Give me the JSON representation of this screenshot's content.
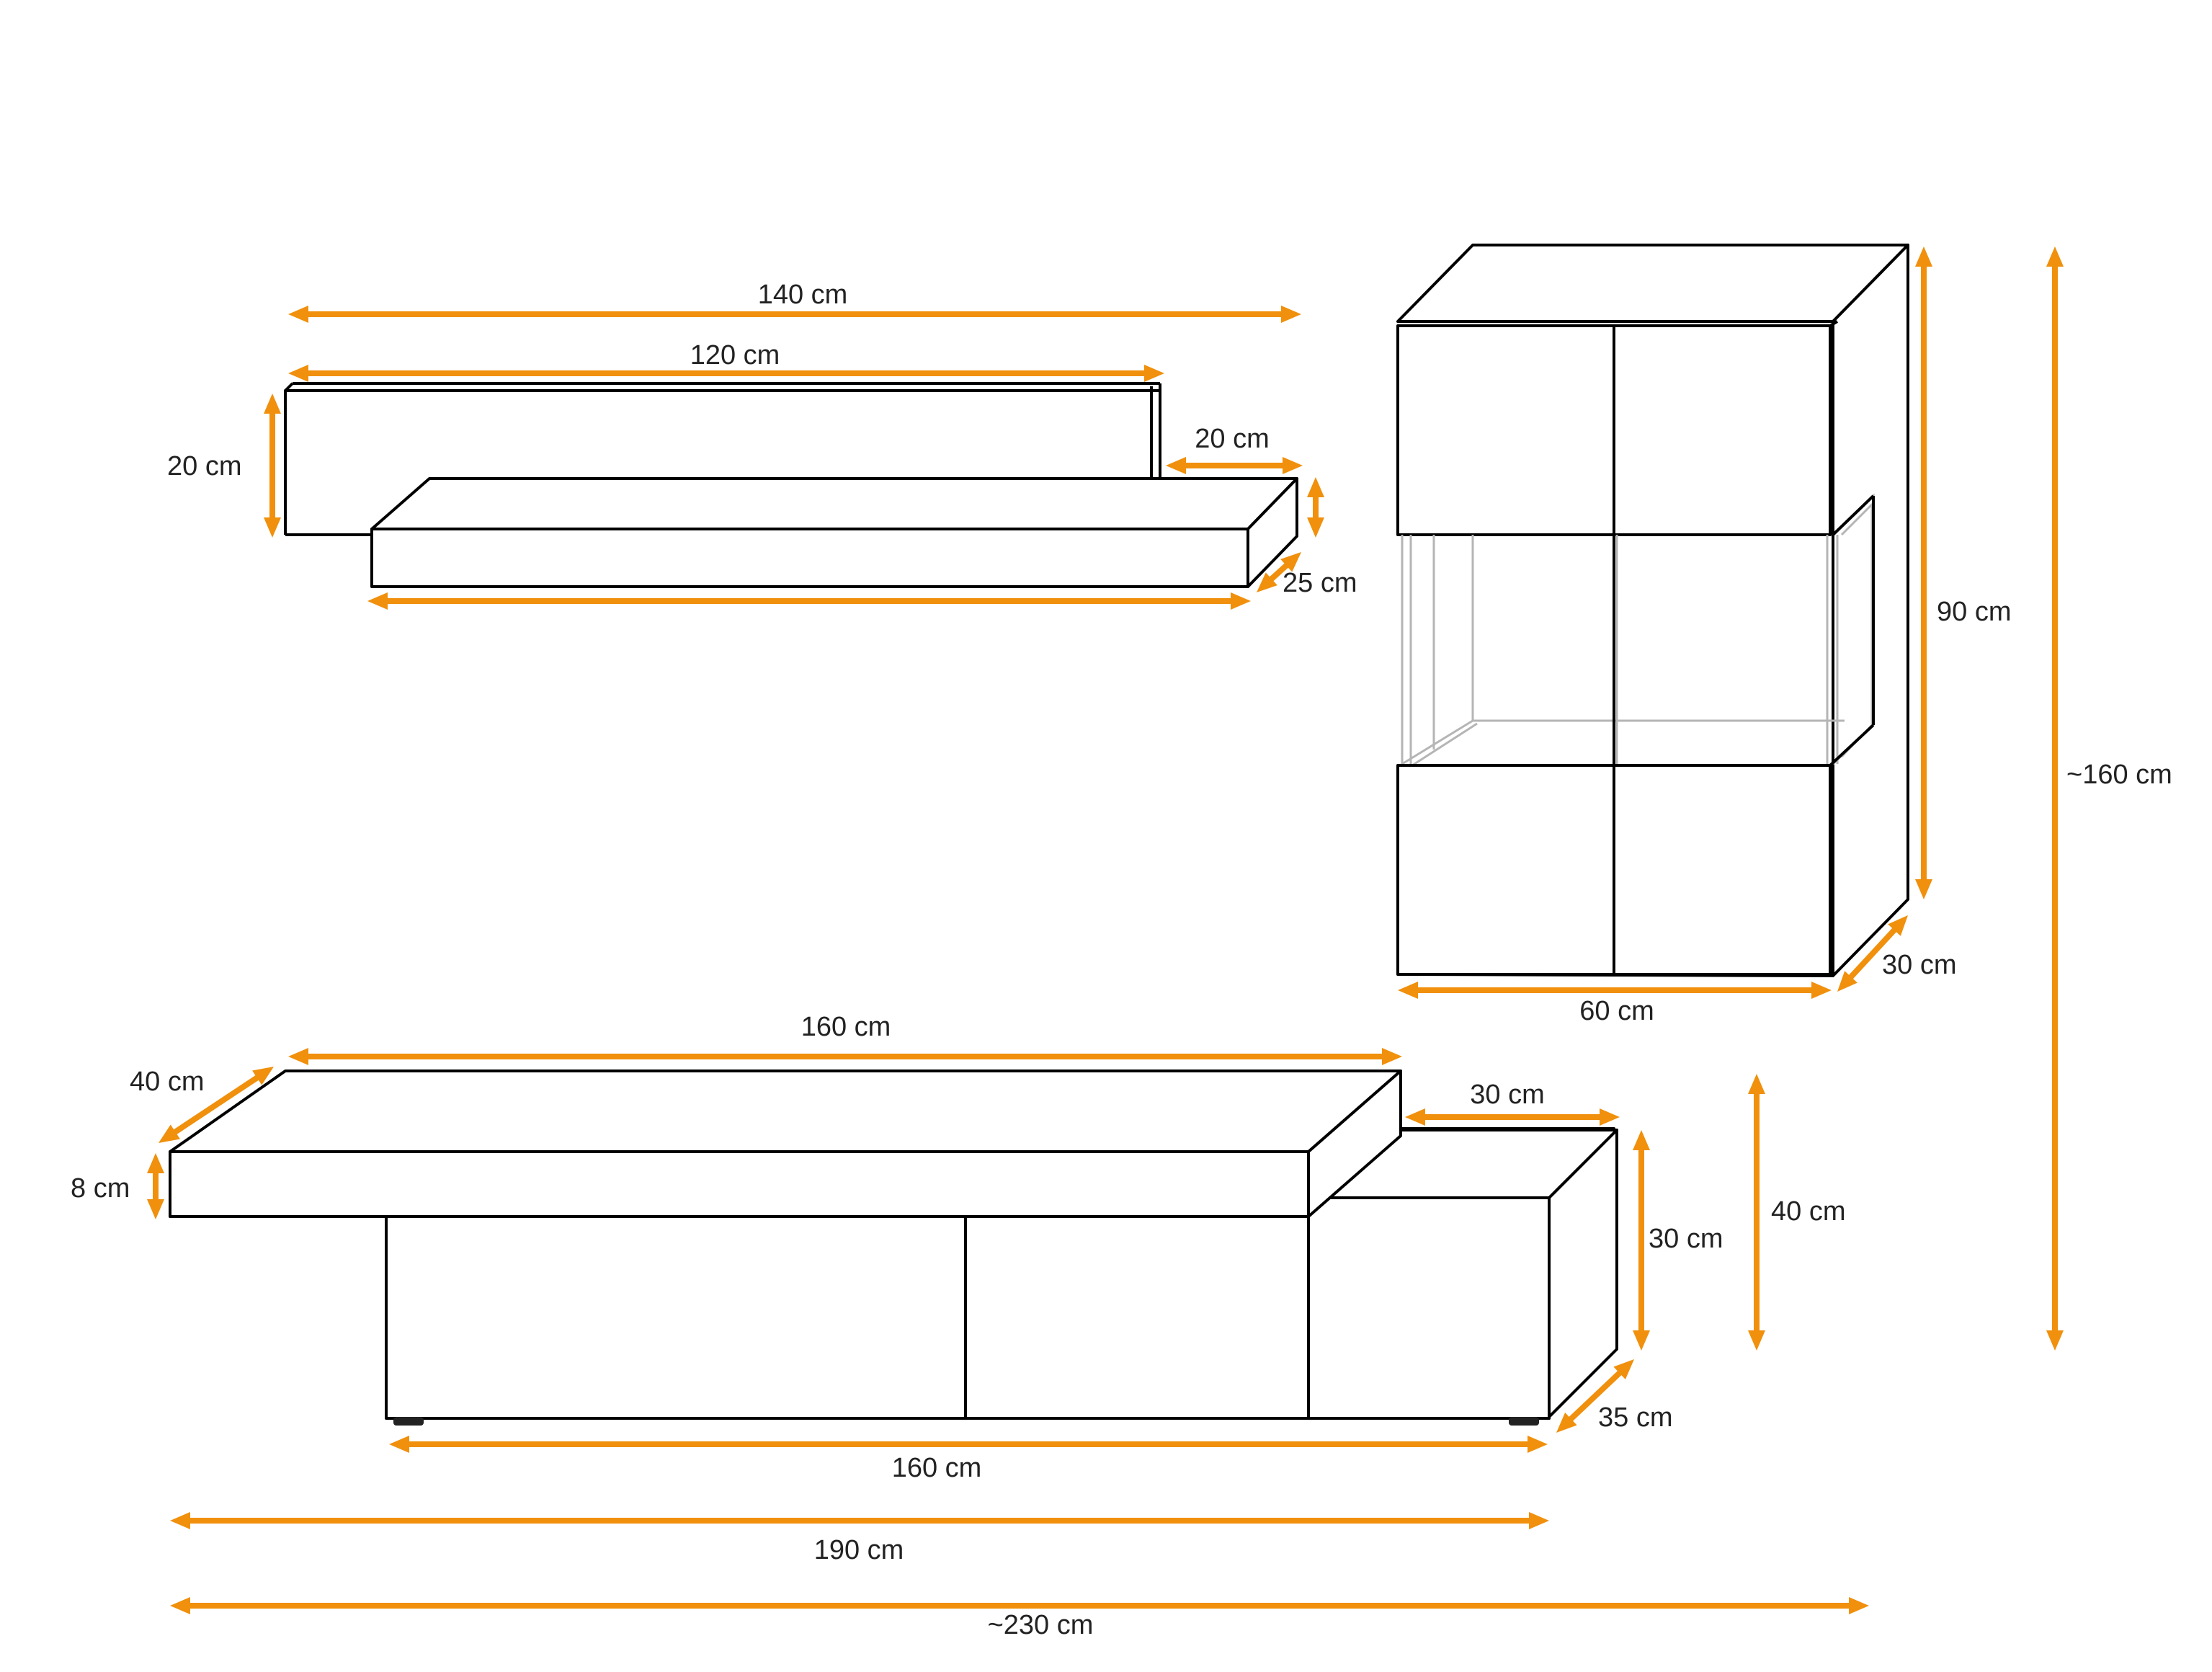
{
  "colors": {
    "dimension_arrow": "#F0900C",
    "outline": "#000000",
    "glass": "#b5b5b5"
  },
  "dimensions": {
    "shelf_overall_width": "140 cm",
    "shelf_back_width": "120 cm",
    "shelf_height": "20 cm",
    "shelf_offset": "20 cm",
    "shelf_depth": "25 cm",
    "cabinet_height": "90 cm",
    "cabinet_width": "60 cm",
    "cabinet_depth": "30 cm",
    "total_height": "~160 cm",
    "top_width": "160 cm",
    "top_depth": "40 cm",
    "top_thickness": "8 cm",
    "side_width": "30 cm",
    "side_height": "30 cm",
    "lowboard_height": "40 cm",
    "lowboard_depth": "35 cm",
    "base_width": "160 cm",
    "combined_width": "190 cm",
    "total_width": "~230 cm"
  }
}
